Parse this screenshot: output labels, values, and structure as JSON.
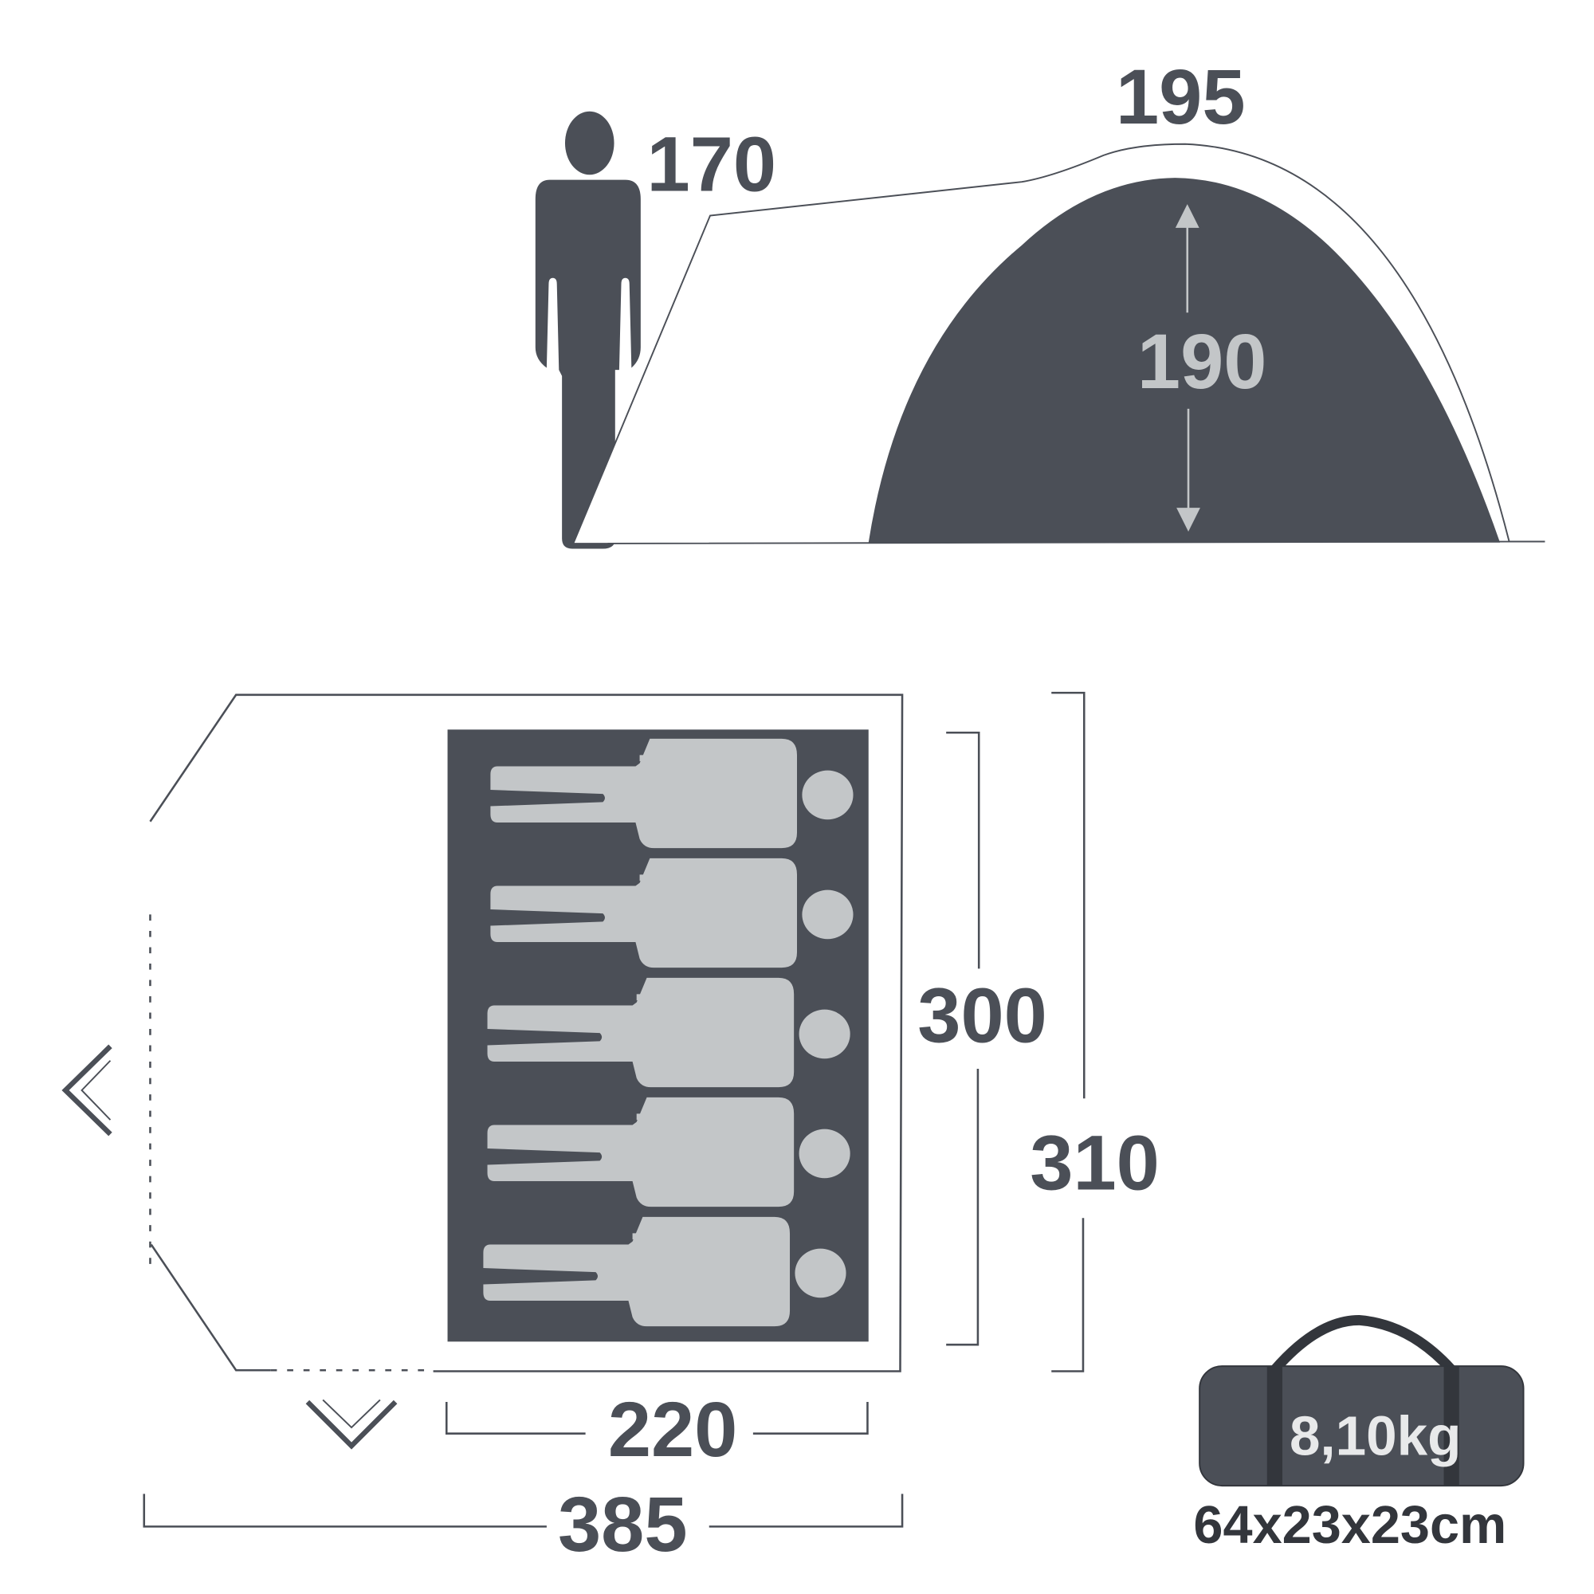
{
  "side_view": {
    "person_height": "170",
    "total_height": "195",
    "inner_height": "190"
  },
  "floor_plan": {
    "inner_depth": "300",
    "outer_depth": "310",
    "inner_width": "220",
    "outer_width": "385",
    "sleepers": 5
  },
  "bag": {
    "weight": "8,10kg",
    "dimensions": "64x23x23cm"
  },
  "colors": {
    "dark": "#4b4f57",
    "light": "#c3c6c8"
  }
}
